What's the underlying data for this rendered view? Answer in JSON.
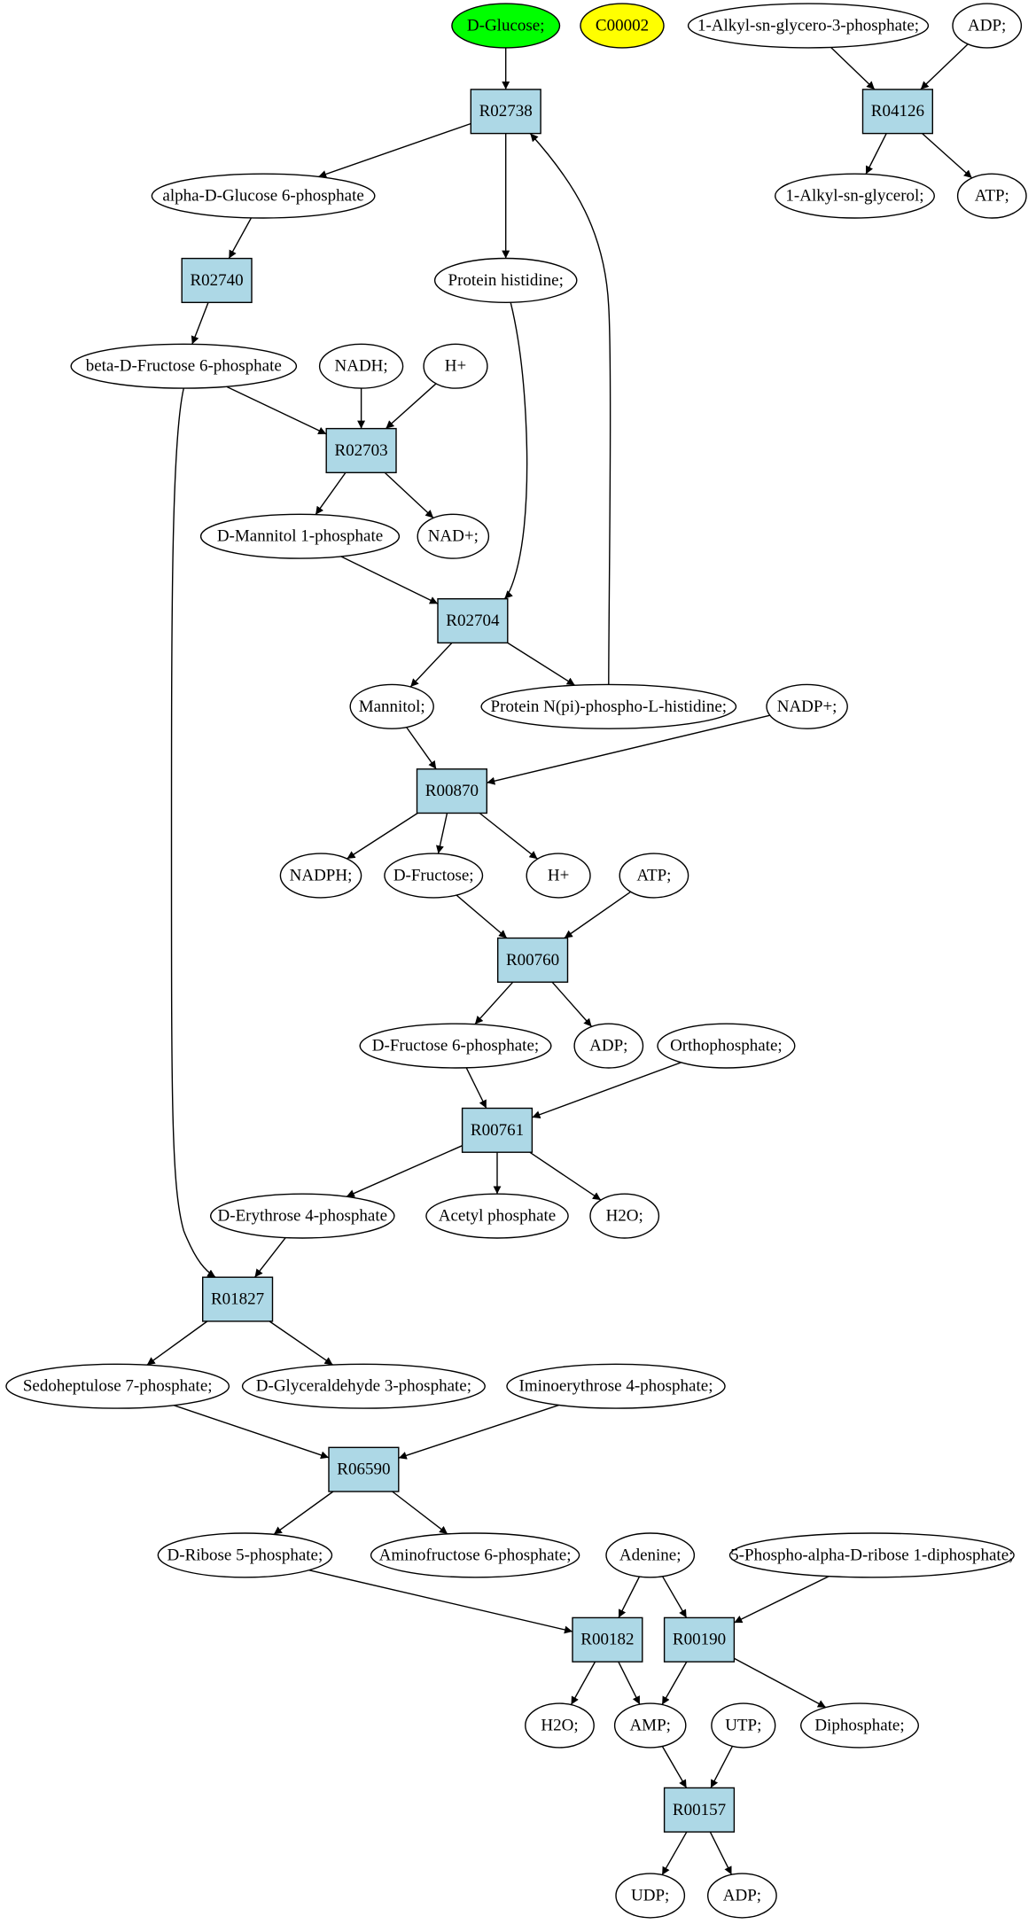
{
  "colors": {
    "compound_fill": "#ffffff",
    "reaction_fill": "#add8e6",
    "start_fill": "#00ff00",
    "highlight_fill": "#ffff00",
    "stroke": "#000000"
  },
  "nodes": [
    {
      "id": "glucose",
      "kind": "compound",
      "label": "D-Glucose;",
      "fill": "start"
    },
    {
      "id": "c00002",
      "kind": "compound",
      "label": "C00002",
      "fill": "highlight"
    },
    {
      "id": "alkylgp",
      "kind": "compound",
      "label": "1-Alkyl-sn-glycero-3-phosphate;"
    },
    {
      "id": "adp_top",
      "kind": "compound",
      "label": "ADP;"
    },
    {
      "id": "r02738",
      "kind": "reaction",
      "label": "R02738"
    },
    {
      "id": "r04126",
      "kind": "reaction",
      "label": "R04126"
    },
    {
      "id": "ag6p",
      "kind": "compound",
      "label": "alpha-D-Glucose 6-phosphate"
    },
    {
      "id": "alkylg",
      "kind": "compound",
      "label": "1-Alkyl-sn-glycerol;"
    },
    {
      "id": "atp_top",
      "kind": "compound",
      "label": "ATP;"
    },
    {
      "id": "r02740",
      "kind": "reaction",
      "label": "R02740"
    },
    {
      "id": "protein_his",
      "kind": "compound",
      "label": "Protein histidine;"
    },
    {
      "id": "bf6p",
      "kind": "compound",
      "label": "beta-D-Fructose 6-phosphate"
    },
    {
      "id": "nadh",
      "kind": "compound",
      "label": "NADH;"
    },
    {
      "id": "h1",
      "kind": "compound",
      "label": "H+"
    },
    {
      "id": "r02703",
      "kind": "reaction",
      "label": "R02703"
    },
    {
      "id": "m1p",
      "kind": "compound",
      "label": "D-Mannitol 1-phosphate"
    },
    {
      "id": "nadp_plus1",
      "kind": "compound",
      "label": "NAD+;"
    },
    {
      "id": "r02704",
      "kind": "reaction",
      "label": "R02704"
    },
    {
      "id": "mannitol",
      "kind": "compound",
      "label": "Mannitol;"
    },
    {
      "id": "pnhis",
      "kind": "compound",
      "label": "Protein N(pi)-phospho-L-histidine;"
    },
    {
      "id": "nadpp",
      "kind": "compound",
      "label": "NADP+;"
    },
    {
      "id": "r00870",
      "kind": "reaction",
      "label": "R00870"
    },
    {
      "id": "nadph",
      "kind": "compound",
      "label": "NADPH;"
    },
    {
      "id": "dfru",
      "kind": "compound",
      "label": "D-Fructose;"
    },
    {
      "id": "h2",
      "kind": "compound",
      "label": "H+"
    },
    {
      "id": "atp2",
      "kind": "compound",
      "label": "ATP;"
    },
    {
      "id": "r00760",
      "kind": "reaction",
      "label": "R00760"
    },
    {
      "id": "df6p",
      "kind": "compound",
      "label": "D-Fructose 6-phosphate;"
    },
    {
      "id": "adp2",
      "kind": "compound",
      "label": "ADP;"
    },
    {
      "id": "ortho",
      "kind": "compound",
      "label": "Orthophosphate;"
    },
    {
      "id": "r00761",
      "kind": "reaction",
      "label": "R00761"
    },
    {
      "id": "de4p",
      "kind": "compound",
      "label": "D-Erythrose 4-phosphate"
    },
    {
      "id": "acp",
      "kind": "compound",
      "label": "Acetyl phosphate"
    },
    {
      "id": "h2o1",
      "kind": "compound",
      "label": "H2O;"
    },
    {
      "id": "r01827",
      "kind": "reaction",
      "label": "R01827"
    },
    {
      "id": "s7p",
      "kind": "compound",
      "label": "Sedoheptulose 7-phosphate;"
    },
    {
      "id": "g3p",
      "kind": "compound",
      "label": "D-Glyceraldehyde 3-phosphate;"
    },
    {
      "id": "ie4p",
      "kind": "compound",
      "label": "Iminoerythrose 4-phosphate;"
    },
    {
      "id": "r06590",
      "kind": "reaction",
      "label": "R06590"
    },
    {
      "id": "r5p",
      "kind": "compound",
      "label": "D-Ribose 5-phosphate;"
    },
    {
      "id": "af6p",
      "kind": "compound",
      "label": "Aminofructose 6-phosphate;"
    },
    {
      "id": "adenine",
      "kind": "compound",
      "label": "Adenine;"
    },
    {
      "id": "prpp",
      "kind": "compound",
      "label": "5-Phospho-alpha-D-ribose 1-diphosphate;"
    },
    {
      "id": "r00182",
      "kind": "reaction",
      "label": "R00182"
    },
    {
      "id": "r00190",
      "kind": "reaction",
      "label": "R00190"
    },
    {
      "id": "h2o2",
      "kind": "compound",
      "label": "H2O;"
    },
    {
      "id": "amp",
      "kind": "compound",
      "label": "AMP;"
    },
    {
      "id": "utp",
      "kind": "compound",
      "label": "UTP;"
    },
    {
      "id": "diphos",
      "kind": "compound",
      "label": "Diphosphate;"
    },
    {
      "id": "r00157",
      "kind": "reaction",
      "label": "R00157"
    },
    {
      "id": "udp",
      "kind": "compound",
      "label": "UDP;"
    },
    {
      "id": "adp3",
      "kind": "compound",
      "label": "ADP;"
    }
  ],
  "edges": [
    [
      "glucose",
      "r02738"
    ],
    [
      "alkylgp",
      "r04126"
    ],
    [
      "adp_top",
      "r04126"
    ],
    [
      "r04126",
      "alkylg"
    ],
    [
      "r04126",
      "atp_top"
    ],
    [
      "r02738",
      "ag6p"
    ],
    [
      "r02738",
      "protein_his"
    ],
    [
      "ag6p",
      "r02740"
    ],
    [
      "r02740",
      "bf6p"
    ],
    [
      "bf6p",
      "r02703"
    ],
    [
      "nadh",
      "r02703"
    ],
    [
      "h1",
      "r02703"
    ],
    [
      "r02703",
      "m1p"
    ],
    [
      "r02703",
      "nadp_plus1"
    ],
    [
      "m1p",
      "r02704"
    ],
    [
      "protein_his",
      "r02704"
    ],
    [
      "r02704",
      "mannitol"
    ],
    [
      "r02704",
      "pnhis"
    ],
    [
      "pnhis",
      "r02738"
    ],
    [
      "mannitol",
      "r00870"
    ],
    [
      "nadpp",
      "r00870"
    ],
    [
      "r00870",
      "nadph"
    ],
    [
      "r00870",
      "dfru"
    ],
    [
      "r00870",
      "h2"
    ],
    [
      "dfru",
      "r00760"
    ],
    [
      "atp2",
      "r00760"
    ],
    [
      "r00760",
      "df6p"
    ],
    [
      "r00760",
      "adp2"
    ],
    [
      "df6p",
      "r00761"
    ],
    [
      "ortho",
      "r00761"
    ],
    [
      "r00761",
      "de4p"
    ],
    [
      "r00761",
      "acp"
    ],
    [
      "r00761",
      "h2o1"
    ],
    [
      "de4p",
      "r01827"
    ],
    [
      "bf6p",
      "r01827"
    ],
    [
      "r01827",
      "s7p"
    ],
    [
      "r01827",
      "g3p"
    ],
    [
      "s7p",
      "r06590"
    ],
    [
      "ie4p",
      "r06590"
    ],
    [
      "r06590",
      "r5p"
    ],
    [
      "r06590",
      "af6p"
    ],
    [
      "r5p",
      "r00182"
    ],
    [
      "adenine",
      "r00182"
    ],
    [
      "adenine",
      "r00190"
    ],
    [
      "prpp",
      "r00190"
    ],
    [
      "r00182",
      "h2o2"
    ],
    [
      "r00182",
      "amp"
    ],
    [
      "r00190",
      "amp"
    ],
    [
      "r00190",
      "diphos"
    ],
    [
      "amp",
      "r00157"
    ],
    [
      "utp",
      "r00157"
    ],
    [
      "r00157",
      "udp"
    ],
    [
      "r00157",
      "adp3"
    ]
  ]
}
